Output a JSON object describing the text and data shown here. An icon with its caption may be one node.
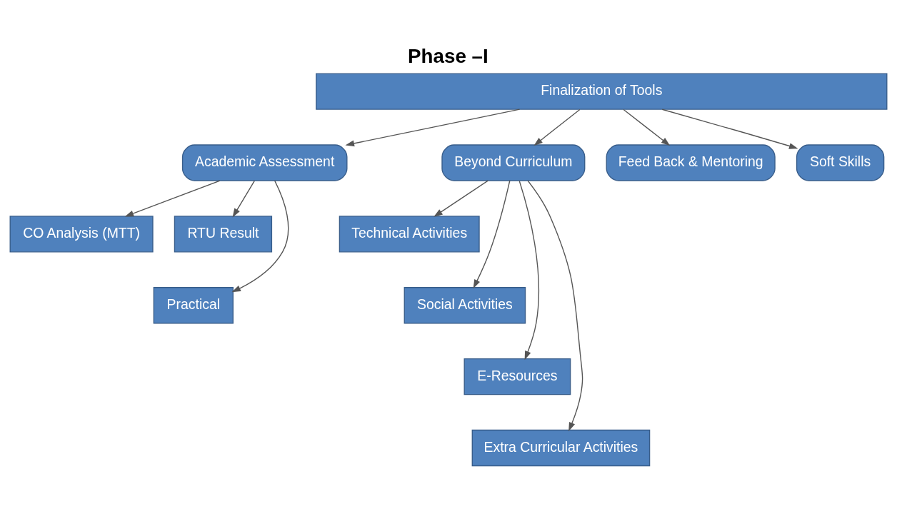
{
  "diagram": {
    "title": "Phase –I",
    "nodes": [
      {
        "text": [
          "Finalization of Tools"
        ]
      },
      {
        "text": [
          "Academic Assessment"
        ]
      },
      {
        "text": [
          "Beyond Curriculum"
        ]
      },
      {
        "text": [
          "Feed Back & Mentoring"
        ]
      },
      {
        "text": [
          "Soft Skills"
        ]
      },
      {
        "text": [
          "CO Analysis (MTT)"
        ]
      },
      {
        "text": [
          "RTU Result"
        ]
      },
      {
        "text": [
          "Practical"
        ]
      },
      {
        "text": [
          "Technical Activities"
        ]
      },
      {
        "text": [
          "Social Activities"
        ]
      },
      {
        "text": [
          "E-Resources"
        ]
      },
      {
        "text": [
          "Extra Curricular Activities"
        ]
      }
    ],
    "edges": [
      {
        "from": 0,
        "to": 1,
        "arrow": "to"
      },
      {
        "from": 0,
        "to": 2,
        "arrow": "to"
      },
      {
        "from": 0,
        "to": 3,
        "arrow": "to"
      },
      {
        "from": 0,
        "to": 4,
        "arrow": "to"
      },
      {
        "from": 1,
        "to": 5,
        "arrow": "to"
      },
      {
        "from": 1,
        "to": 7,
        "arrow": "to"
      },
      {
        "from": 1,
        "to": 6,
        "arrow": "to"
      },
      {
        "from": 2,
        "to": 8,
        "arrow": "to"
      },
      {
        "from": 2,
        "to": 9,
        "arrow": "to"
      },
      {
        "from": 2,
        "to": 10,
        "arrow": "to"
      },
      {
        "from": 2,
        "to": 11,
        "arrow": "to"
      }
    ]
  }
}
